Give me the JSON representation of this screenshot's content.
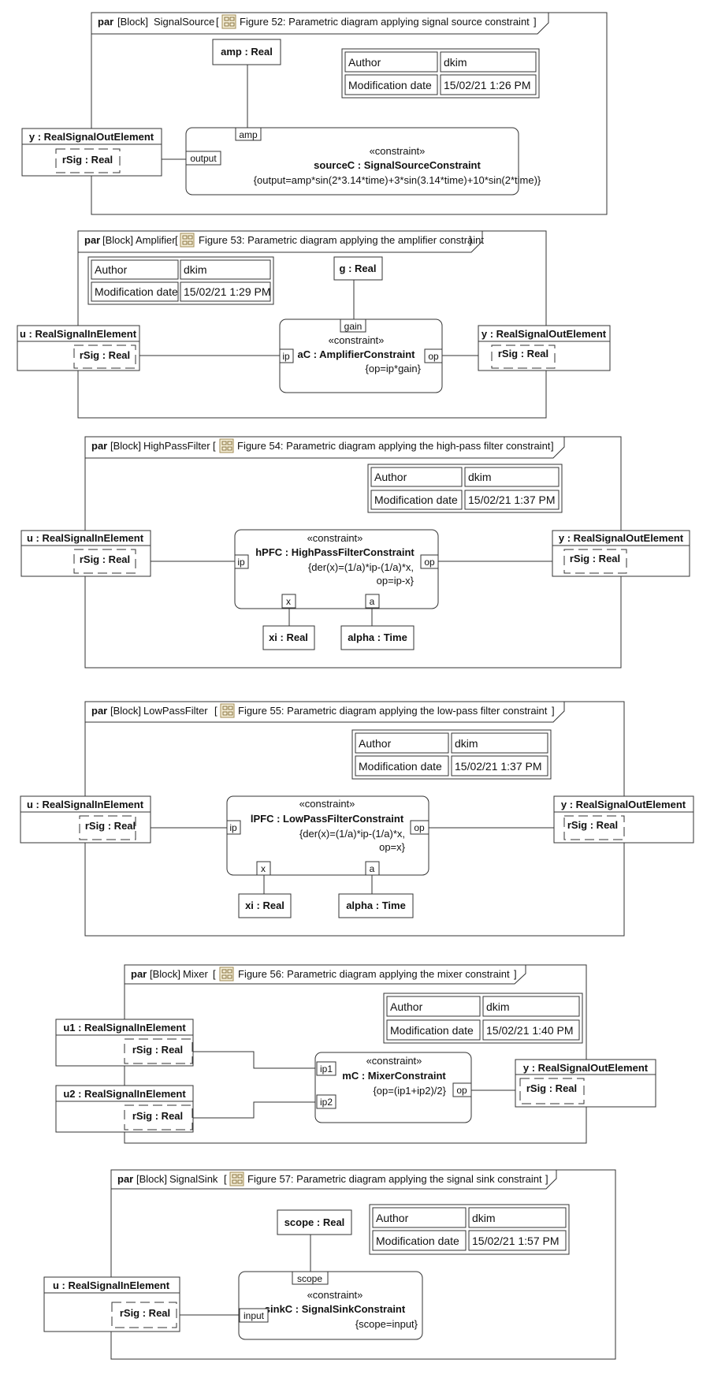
{
  "diagrams": [
    {
      "keyword": "par",
      "block": "[Block]",
      "name": "SignalSource",
      "caption": "Figure 52: Parametric diagram applying signal source constraint",
      "table": {
        "author_label": "Author",
        "author": "dkim",
        "date_label": "Modification date",
        "date": "15/02/21 1:26 PM"
      },
      "params": [
        {
          "label": "amp : Real"
        }
      ],
      "elements": [
        {
          "name": "y : RealSignalOutElement",
          "part": "rSig : Real"
        }
      ],
      "constraint": {
        "stereotype": "«constraint»",
        "name": "sourceC : SignalSourceConstraint",
        "body": [
          "{output=amp*sin(2*3.14*time)+3*sin(3.14*time)+10*sin(2*time)}"
        ],
        "ports": [
          "amp",
          "output"
        ]
      }
    },
    {
      "keyword": "par",
      "block": "[Block]",
      "name": "Amplifier",
      "caption": "Figure 53: Parametric diagram applying the amplifier constraint",
      "table": {
        "author_label": "Author",
        "author": "dkim",
        "date_label": "Modification date",
        "date": "15/02/21 1:29 PM"
      },
      "params": [
        {
          "label": "g : Real"
        }
      ],
      "elements": [
        {
          "name": "u : RealSignalInElement",
          "part": "rSig : Real"
        },
        {
          "name": "y : RealSignalOutElement",
          "part": "rSig : Real"
        }
      ],
      "constraint": {
        "stereotype": "«constraint»",
        "name": "aC : AmplifierConstraint",
        "body": [
          "{op=ip*gain}"
        ],
        "ports": [
          "gain",
          "ip",
          "op"
        ]
      }
    },
    {
      "keyword": "par",
      "block": "[Block]",
      "name": "HighPassFilter",
      "caption": "Figure 54: Parametric diagram applying the high-pass filter constraint",
      "table": {
        "author_label": "Author",
        "author": "dkim",
        "date_label": "Modification date",
        "date": "15/02/21 1:37 PM"
      },
      "params": [
        {
          "label": "xi : Real"
        },
        {
          "label": "alpha : Time"
        }
      ],
      "elements": [
        {
          "name": "u : RealSignalInElement",
          "part": "rSig : Real"
        },
        {
          "name": "y : RealSignalOutElement",
          "part": "rSig : Real"
        }
      ],
      "constraint": {
        "stereotype": "«constraint»",
        "name": "hPFC : HighPassFilterConstraint",
        "body": [
          "{der(x)=(1/a)*ip-(1/a)*x,",
          "op=ip-x}"
        ],
        "ports": [
          "ip",
          "op",
          "x",
          "a"
        ]
      }
    },
    {
      "keyword": "par",
      "block": "[Block]",
      "name": "LowPassFilter",
      "caption": "Figure 55: Parametric diagram applying the low-pass filter constraint",
      "table": {
        "author_label": "Author",
        "author": "dkim",
        "date_label": "Modification date",
        "date": "15/02/21 1:37 PM"
      },
      "params": [
        {
          "label": "xi : Real"
        },
        {
          "label": "alpha : Time"
        }
      ],
      "elements": [
        {
          "name": "u : RealSignalInElement",
          "part": "rSig : Real"
        },
        {
          "name": "y : RealSignalOutElement",
          "part": "rSig : Real"
        }
      ],
      "constraint": {
        "stereotype": "«constraint»",
        "name": "lPFC : LowPassFilterConstraint",
        "body": [
          "{der(x)=(1/a)*ip-(1/a)*x,",
          "op=x}"
        ],
        "ports": [
          "ip",
          "op",
          "x",
          "a"
        ]
      }
    },
    {
      "keyword": "par",
      "block": "[Block]",
      "name": "Mixer",
      "caption": "Figure 56: Parametric diagram applying the mixer constraint",
      "table": {
        "author_label": "Author",
        "author": "dkim",
        "date_label": "Modification date",
        "date": "15/02/21 1:40 PM"
      },
      "params": [],
      "elements": [
        {
          "name": "u1 : RealSignalInElement",
          "part": "rSig : Real"
        },
        {
          "name": "u2 : RealSignalInElement",
          "part": "rSig : Real"
        },
        {
          "name": "y : RealSignalOutElement",
          "part": "rSig : Real"
        }
      ],
      "constraint": {
        "stereotype": "«constraint»",
        "name": "mC : MixerConstraint",
        "body": [
          "{op=(ip1+ip2)/2}"
        ],
        "ports": [
          "ip1",
          "ip2",
          "op"
        ]
      }
    },
    {
      "keyword": "par",
      "block": "[Block]",
      "name": "SignalSink",
      "caption": "Figure 57: Parametric diagram applying the signal sink constraint",
      "table": {
        "author_label": "Author",
        "author": "dkim",
        "date_label": "Modification date",
        "date": "15/02/21 1:57 PM"
      },
      "params": [
        {
          "label": "scope : Real"
        }
      ],
      "elements": [
        {
          "name": "u : RealSignalInElement",
          "part": "rSig : Real"
        }
      ],
      "constraint": {
        "stereotype": "«constraint»",
        "name": "sinkC : SignalSinkConstraint",
        "body": [
          "{scope=input}"
        ],
        "ports": [
          "scope",
          "input"
        ]
      }
    }
  ]
}
